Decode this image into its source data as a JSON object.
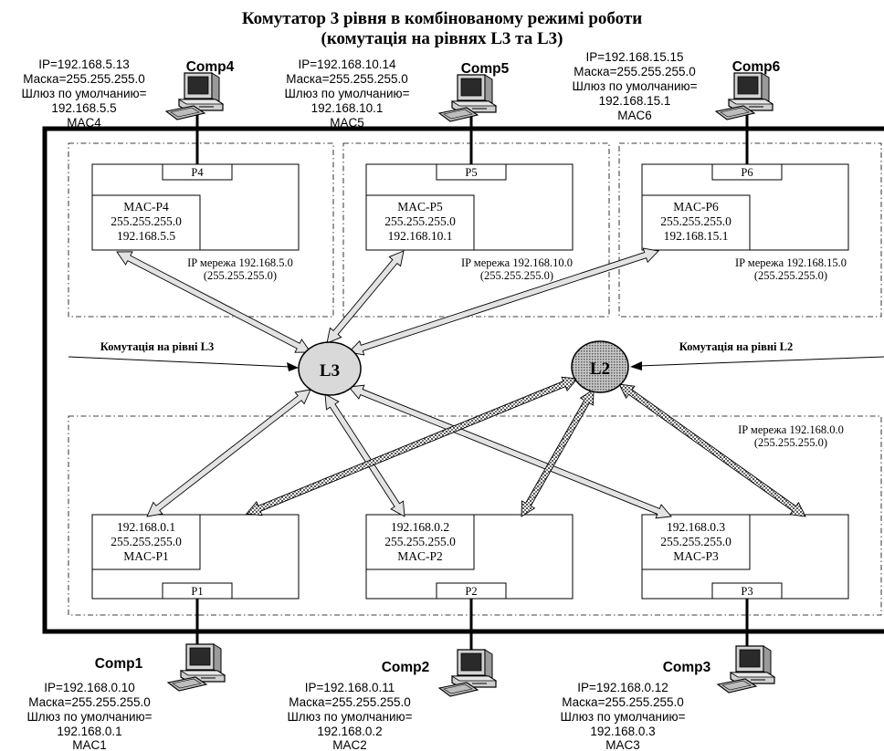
{
  "title": {
    "line1": "Комутатор 3 рівня в комбінованому режимі роботи",
    "line2": "(комутація на рівнях L3 та L3)"
  },
  "computers": {
    "comp4": {
      "name": "Comp4",
      "lines": [
        "IP=192.168.5.13",
        "Маска=255.255.255.0",
        "Шлюз по умолчанию=",
        "192.168.5.5",
        "MAC4"
      ]
    },
    "comp5": {
      "name": "Comp5",
      "lines": [
        "IP=192.168.10.14",
        "Маска=255.255.255.0",
        "Шлюз по умолчанию=",
        "192.168.10.1",
        "MAC5"
      ]
    },
    "comp6": {
      "name": "Comp6",
      "lines": [
        "IP=192.168.15.15",
        "Маска=255.255.255.0",
        "Шлюз по умолчанию=",
        "192.168.15.1",
        "MAC6"
      ]
    },
    "comp1": {
      "name": "Comp1",
      "lines": [
        "IP=192.168.0.10",
        "Маска=255.255.255.0",
        "Шлюз по умолчанию=",
        "192.168.0.1",
        "MAC1"
      ]
    },
    "comp2": {
      "name": "Comp2",
      "lines": [
        "IP=192.168.0.11",
        "Маска=255.255.255.0",
        "Шлюз по умолчанию=",
        "192.168.0.2",
        "MAC2"
      ]
    },
    "comp3": {
      "name": "Comp3",
      "lines": [
        "IP=192.168.0.12",
        "Маска=255.255.255.0",
        "Шлюз по умолчанию=",
        "192.168.0.3",
        "MAC3"
      ]
    }
  },
  "ports": {
    "p4": {
      "label": "P4",
      "lines": [
        "MAC-P4",
        "255.255.255.0",
        "192.168.5.5"
      ]
    },
    "p5": {
      "label": "P5",
      "lines": [
        "MAC-P5",
        "255.255.255.0",
        "192.168.10.1"
      ]
    },
    "p6": {
      "label": "P6",
      "lines": [
        "MAC-P6",
        "255.255.255.0",
        "192.168.15.1"
      ]
    },
    "p1": {
      "label": "P1",
      "lines": [
        "192.168.0.1",
        "255.255.255.0",
        "MAC-P1"
      ]
    },
    "p2": {
      "label": "P2",
      "lines": [
        "192.168.0.2",
        "255.255.255.0",
        "MAC-P2"
      ]
    },
    "p3": {
      "label": "P3",
      "lines": [
        "192.168.0.3",
        "255.255.255.0",
        "MAC-P3"
      ]
    }
  },
  "networks": {
    "net5": {
      "line1": "IP мережа 192.168.5.0",
      "line2": "(255.255.255.0)"
    },
    "net10": {
      "line1": "IP мережа 192.168.10.0",
      "line2": "(255.255.255.0)"
    },
    "net15": {
      "line1": "IP мережа 192.168.15.0",
      "line2": "(255.255.255.0)"
    },
    "net0": {
      "line1": "IP мережа 192.168.0.0",
      "line2": "(255.255.255.0)"
    }
  },
  "nodes": {
    "l3": "L3",
    "l2": "L2"
  },
  "callouts": {
    "l3": "Комутація на рівні L3",
    "l2": "Комутація на рівні L2"
  },
  "colors": {
    "l3_fill": "#d9d9d9",
    "l2_fill": "#a6a6a6",
    "l3_arrow_fill": "#e3e3e3",
    "l2_arrow_fill": "#b8b8b8",
    "line": "#000000"
  }
}
